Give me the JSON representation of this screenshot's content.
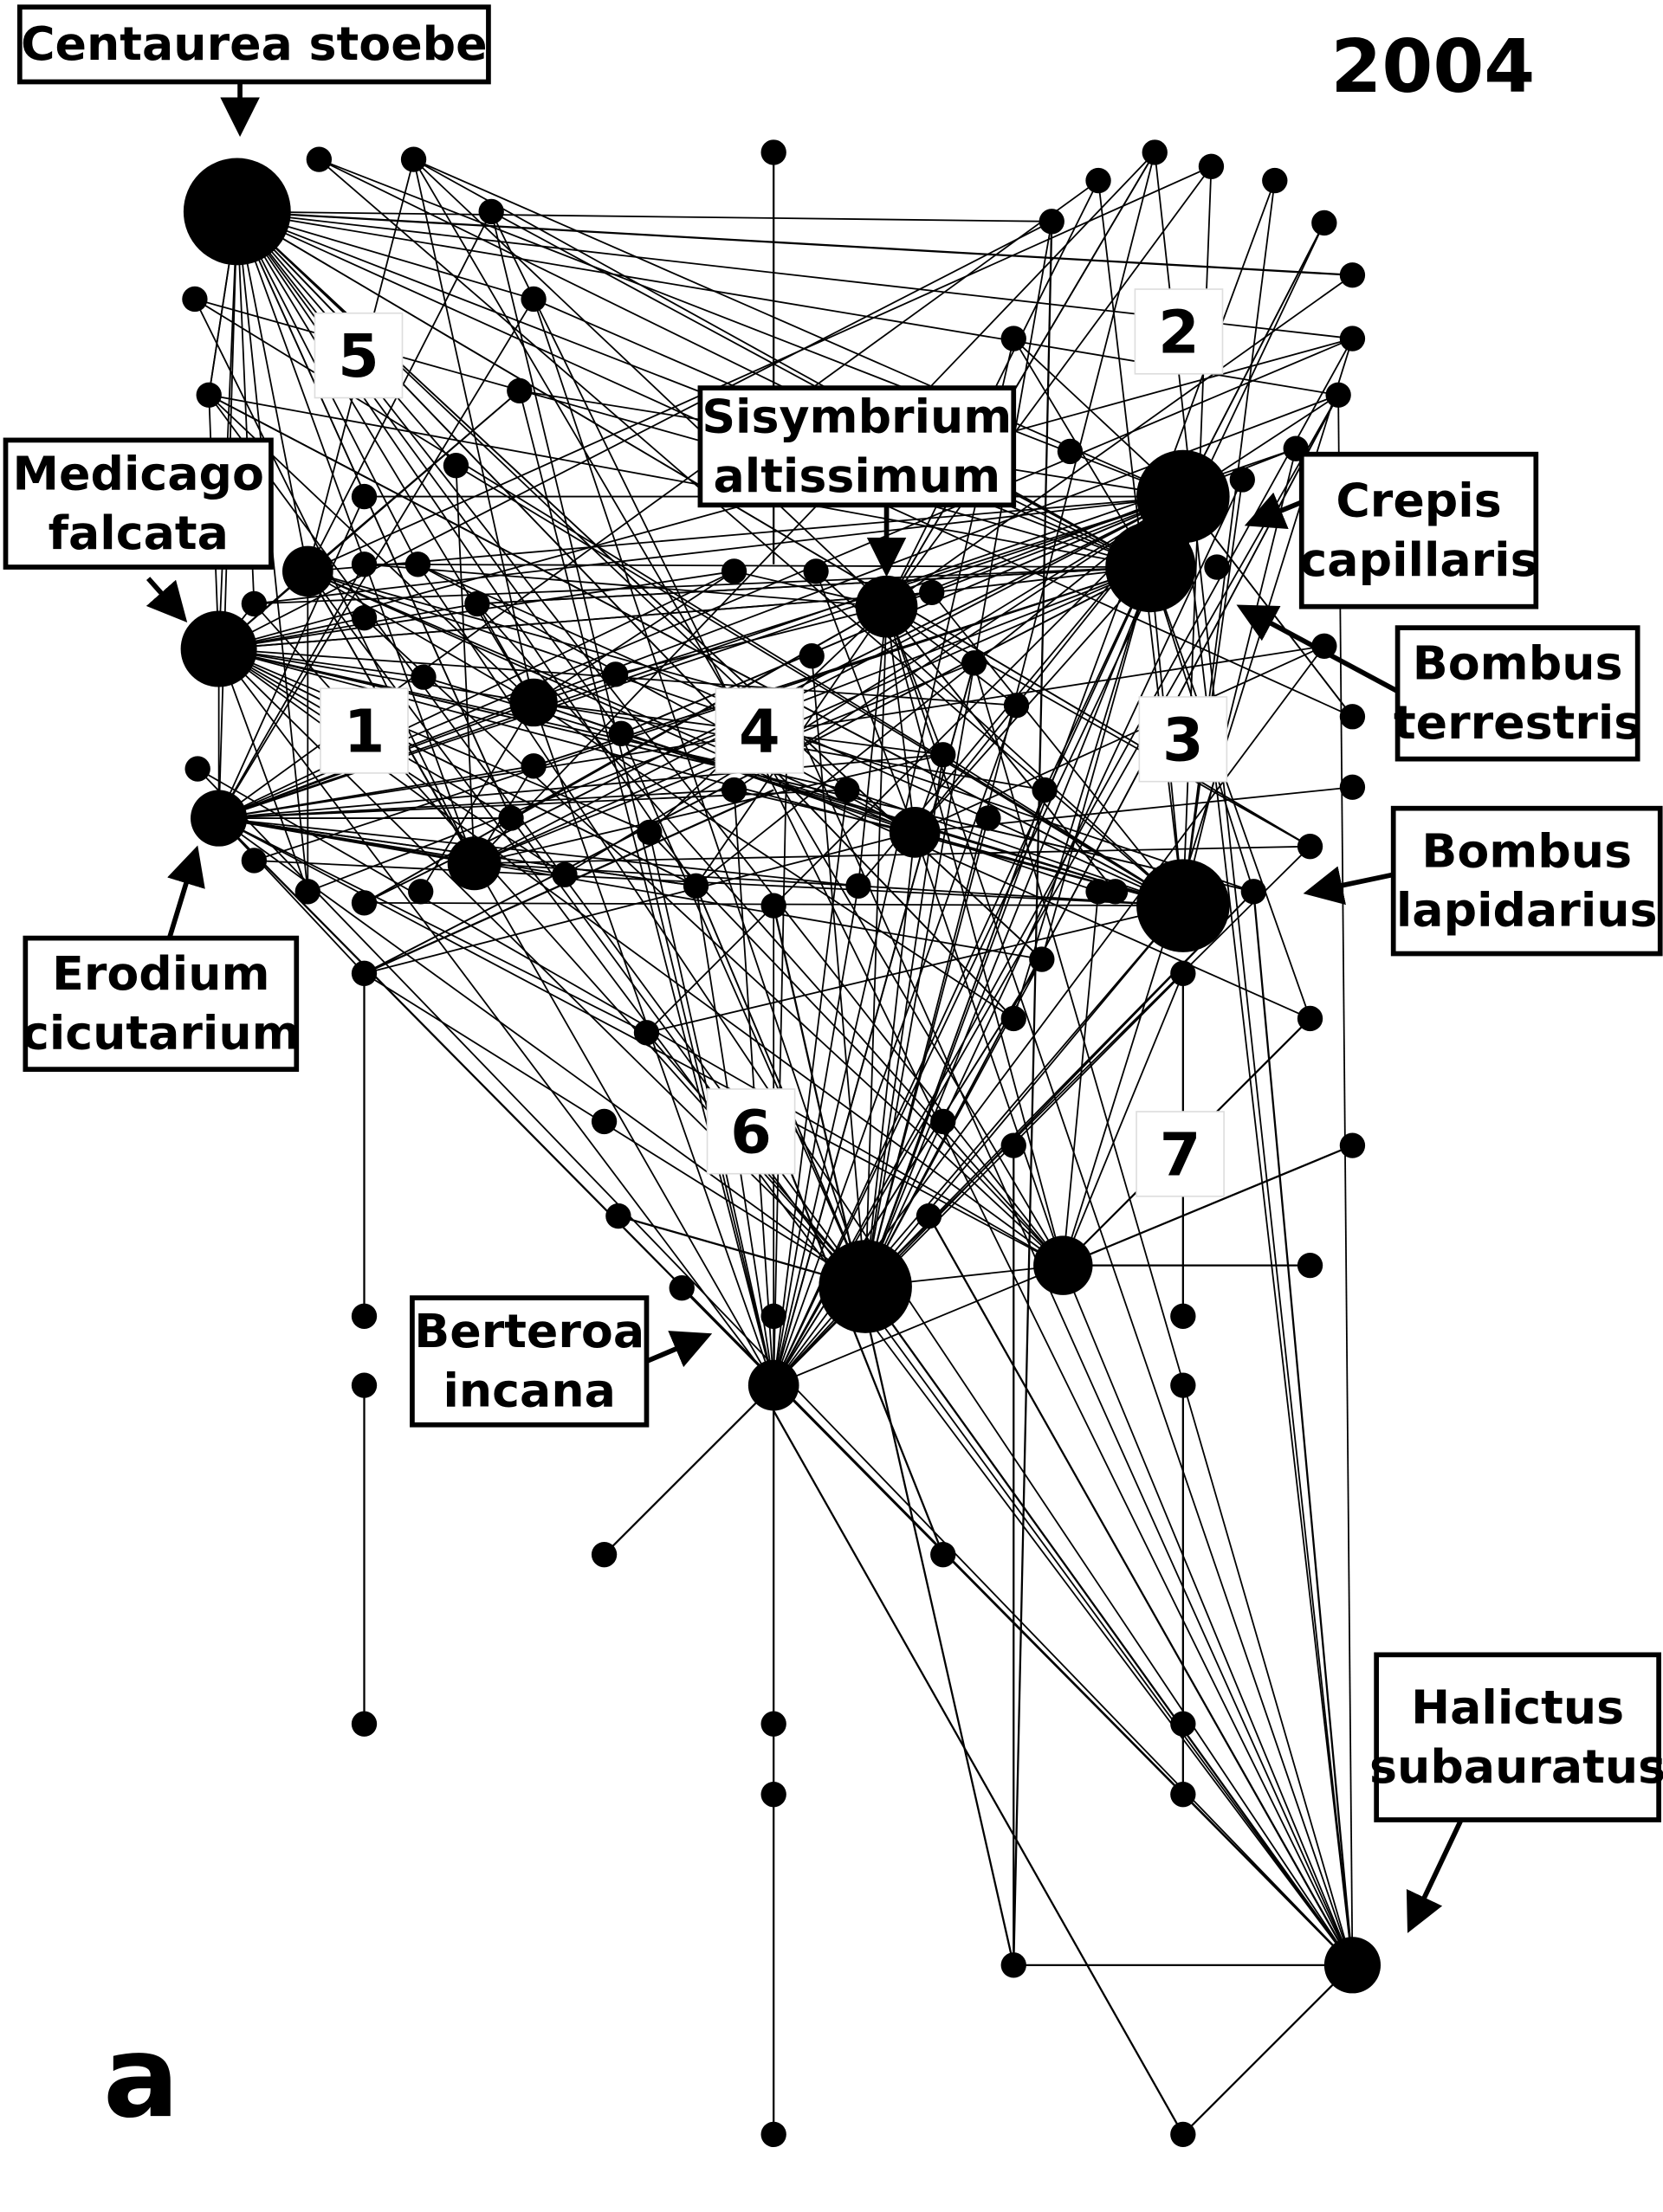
{
  "figure": {
    "year": "2004",
    "panel_letter": "a"
  },
  "species_labels": [
    {
      "id": "centaurea",
      "lines": [
        "Centaurea stoebe"
      ]
    },
    {
      "id": "medicago",
      "lines": [
        "Medicago",
        "falcata"
      ]
    },
    {
      "id": "sisymbrium",
      "lines": [
        "Sisymbrium",
        "altissimum"
      ]
    },
    {
      "id": "crepis",
      "lines": [
        "Crepis",
        "capillaris"
      ]
    },
    {
      "id": "bombus-terrestris",
      "lines": [
        "Bombus",
        "terrestris"
      ]
    },
    {
      "id": "bombus-lapidarius",
      "lines": [
        "Bombus",
        "lapidarius"
      ]
    },
    {
      "id": "erodium",
      "lines": [
        "Erodium",
        "cicutarium"
      ]
    },
    {
      "id": "berteroa",
      "lines": [
        "Berteroa",
        "incana"
      ]
    },
    {
      "id": "halictus",
      "lines": [
        "Halictus",
        "subauratus"
      ]
    }
  ],
  "module_labels": [
    "5",
    "2",
    "1",
    "4",
    "3",
    "6",
    "7"
  ],
  "colors": {
    "ink": "#000000",
    "background": "#ffffff"
  }
}
